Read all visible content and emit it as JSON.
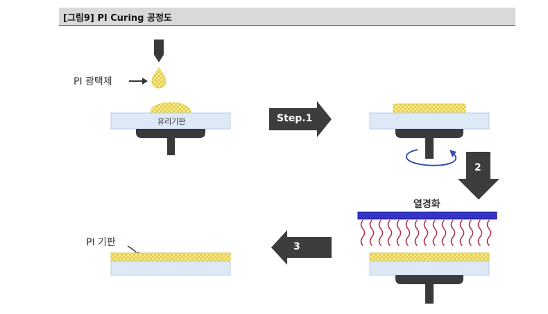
{
  "header": {
    "title": "[그림9] PI Curing 공정도"
  },
  "labels": {
    "pi_solution": "PI 광택제",
    "glass_substrate": "유리기판",
    "step1": "Step.1",
    "step2": "2",
    "step3": "3",
    "curing": "열경화",
    "pi_substrate": "PI 기판"
  },
  "colors": {
    "pi_yellow": "#f3e27a",
    "glass_blue": "#dde9f7",
    "stage_dark": "#3a3a3a",
    "arrow_dark": "#3d3d3d",
    "heater_blue": "#3434c8",
    "heat_wave_red": "#b0304a",
    "rotation_blue": "#3a50b0"
  }
}
